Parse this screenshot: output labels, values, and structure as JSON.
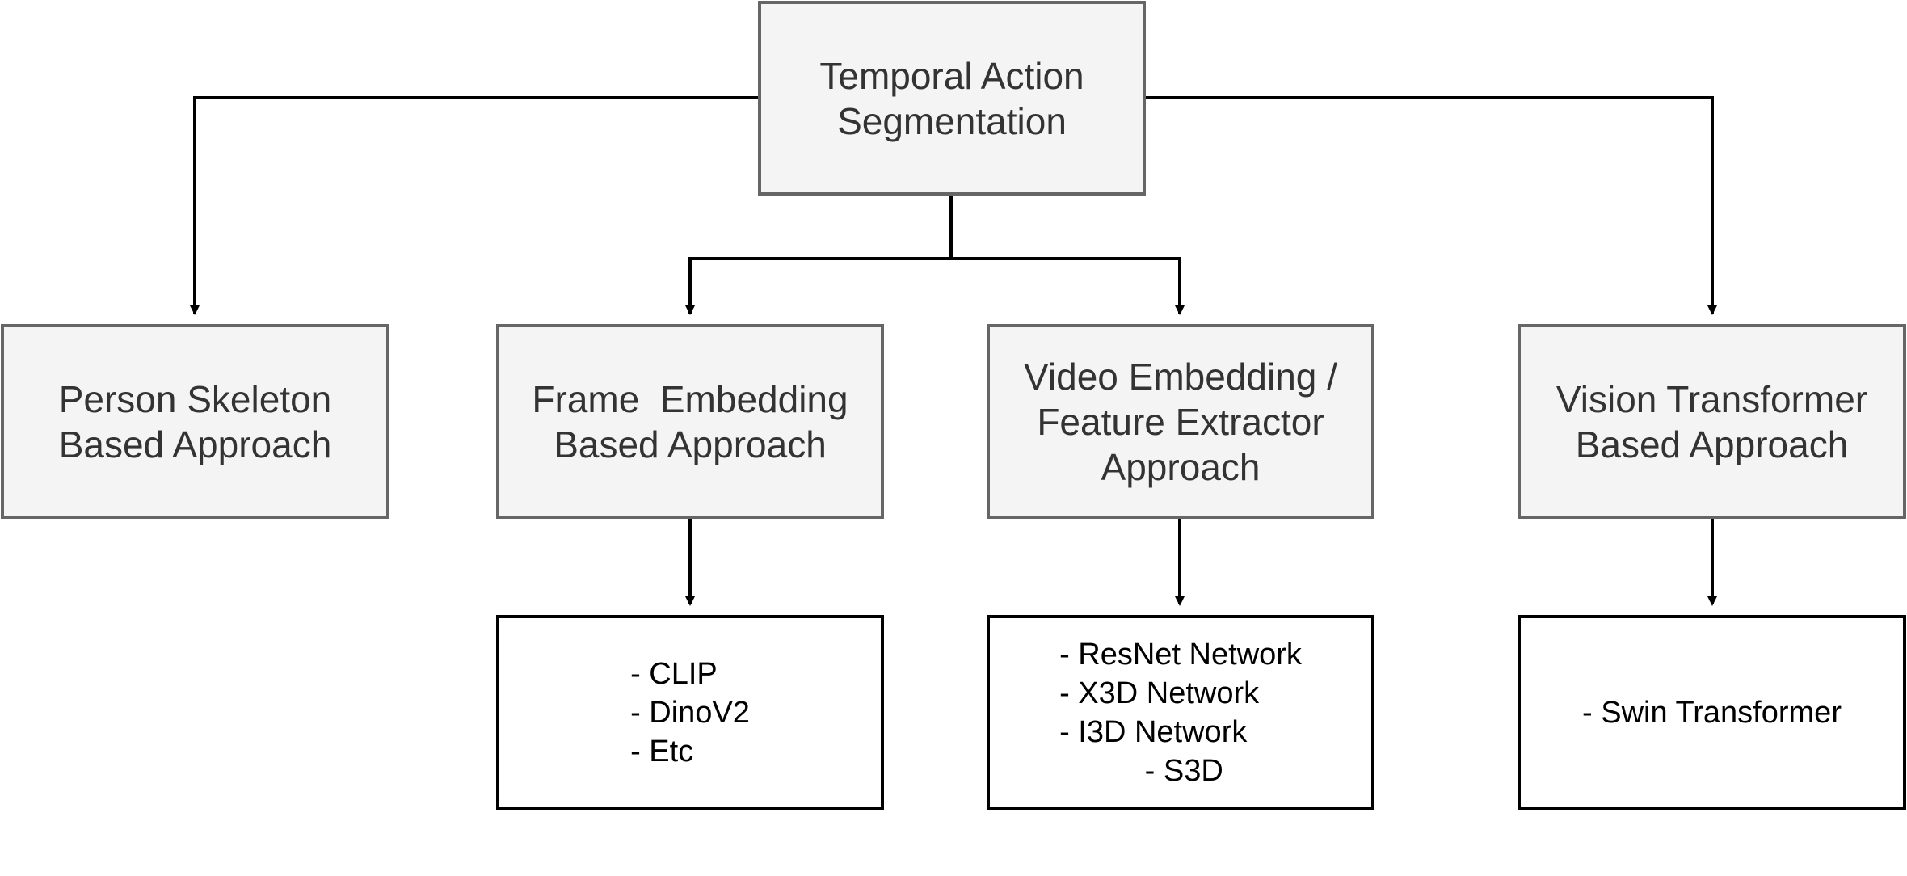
{
  "diagram": {
    "root": {
      "label": "Temporal Action\nSegmentation"
    },
    "categories": [
      {
        "label": "Person Skeleton\nBased Approach"
      },
      {
        "label": "Frame  Embedding\nBased Approach"
      },
      {
        "label": "Video Embedding /\nFeature Extractor\nApproach"
      },
      {
        "label": "Vision Transformer\nBased Approach"
      }
    ],
    "details": [
      {
        "label": "- CLIP\n- DinoV2\n- Etc"
      },
      {
        "label": "- ResNet Network\n- X3D Network\n- I3D Network\n          - S3D"
      },
      {
        "label": "- Swin Transformer"
      }
    ],
    "colors": {
      "box_fill": "#f4f4f4",
      "box_border": "#666666",
      "list_border": "#000000",
      "text": "#333333",
      "arrow": "#000000"
    }
  }
}
